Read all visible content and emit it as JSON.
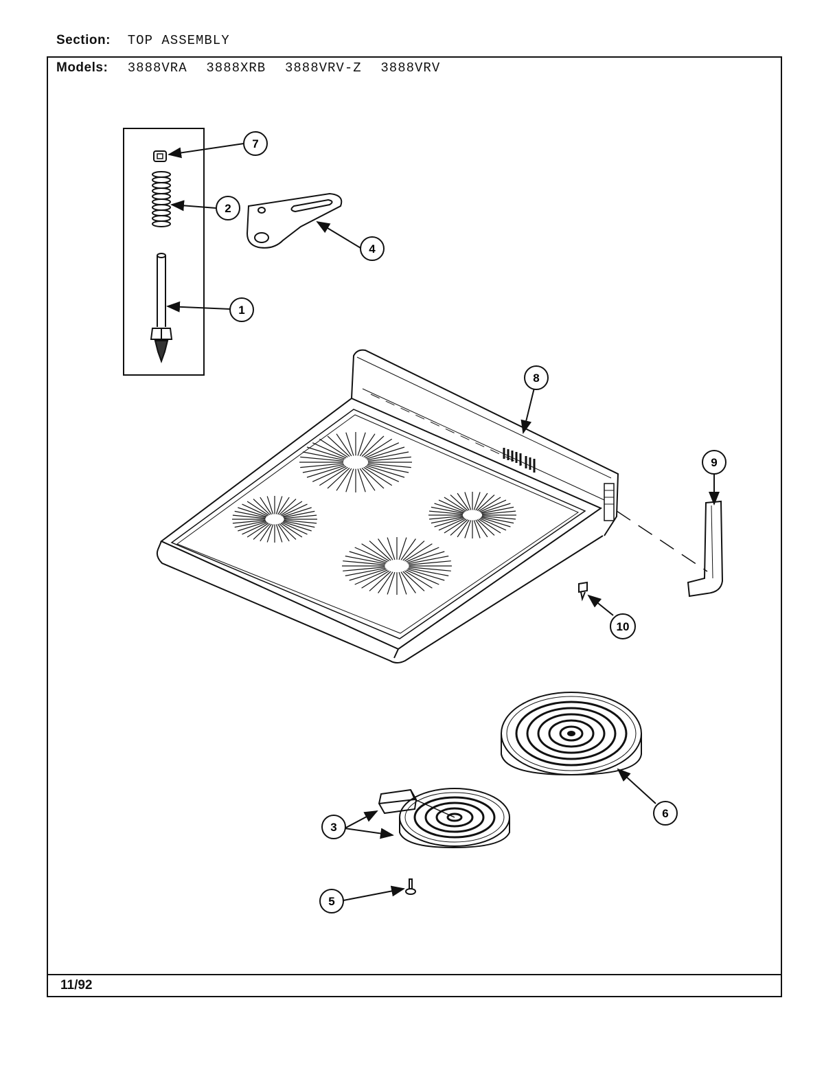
{
  "header": {
    "section_label": "Section:",
    "section_value": "TOP ASSEMBLY",
    "models_label": "Models:",
    "models": [
      "3888VRA",
      "3888XRB",
      "3888VRV-Z",
      "3888VRV"
    ]
  },
  "footer": {
    "date": "11/92"
  },
  "callouts": {
    "c1": "1",
    "c2": "2",
    "c3": "3",
    "c4": "4",
    "c5": "5",
    "c6": "6",
    "c7": "7",
    "c8": "8",
    "c9": "9",
    "c10": "10"
  },
  "colors": {
    "ink": "#111111",
    "paper": "#ffffff"
  }
}
